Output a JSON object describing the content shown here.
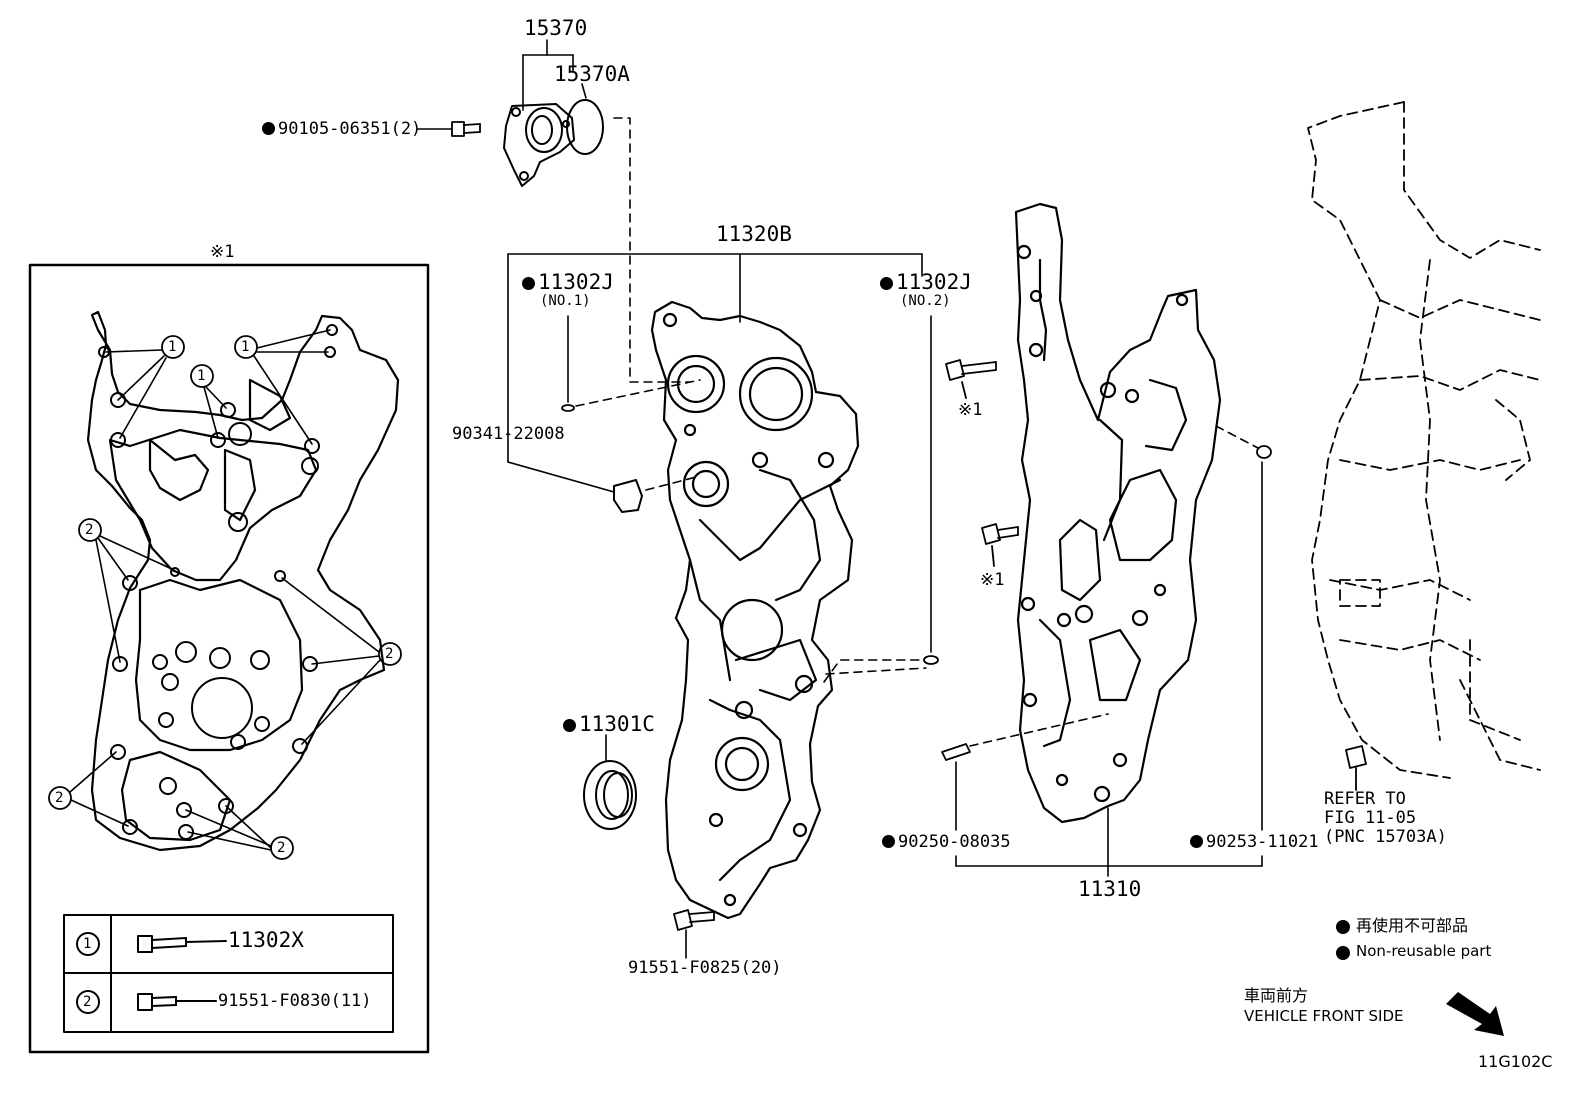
{
  "labels": {
    "p15370": "15370",
    "p15370a": "15370A",
    "p90105": "90105-06351(2)",
    "note1": "※1",
    "callout1": "1",
    "callout2": "2",
    "p11302x": "11302X",
    "p91551f0830": "91551-F0830(11)",
    "p11320b": "11320B",
    "p11302j": "11302J",
    "no1": "(NO.1)",
    "no2": "(NO.2)",
    "p90341": "90341-22008",
    "p11301c": "11301C",
    "p91551f0825": "91551-F0825(20)",
    "p90250": "90250-08035",
    "p90253": "90253-11021",
    "p11310": "11310",
    "refer1": "REFER TO",
    "refer2": "FIG 11-05",
    "refer3": "(PNC 15703A)"
  },
  "legend": {
    "jp": "再使用不可部品",
    "en": "Non-reusable part"
  },
  "front": {
    "jp": "車両前方",
    "en": "VEHICLE FRONT SIDE"
  },
  "figure_code": "11G102C"
}
